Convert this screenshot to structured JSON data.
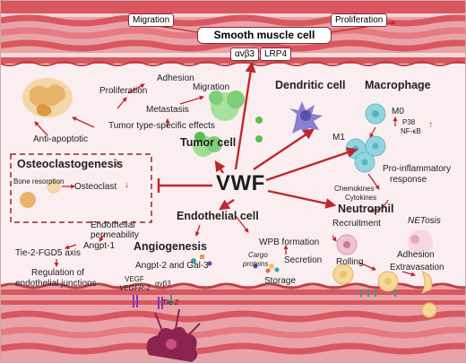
{
  "smooth_muscle": {
    "title": "Smooth muscle cell",
    "migration": "Migration",
    "proliferation": "Proliferation",
    "receptor_1": "αvβ3",
    "receptor_2": "LRP4"
  },
  "center": {
    "label": "VWF"
  },
  "tumor": {
    "title": "Tumor cell",
    "adhesion": "Adhesion",
    "proliferation": "Proliferation",
    "migration": "Migration",
    "metastasis": "Metastasis",
    "specific_effects": "Tumor type-specific effects",
    "anti_apoptotic": "Anti-apoptotic"
  },
  "osteo": {
    "title": "Osteoclastogenesis",
    "osteoclast": "Osteoclast",
    "bone_resorption": "Bone resorption",
    "down_arrow": "↓"
  },
  "dendritic": {
    "title": "Dendritic cell"
  },
  "macrophage": {
    "title": "Macrophage",
    "m0": "M0",
    "m1": "M1",
    "p38": "P38",
    "nfkb": "NF-κB",
    "up_arrow": "↑",
    "pro_inflammatory": "Pro-inflammatory",
    "response": "response",
    "chemokines": "Chemokines",
    "cytokines": "Cytokines"
  },
  "endothelial": {
    "title": "Endothelial cell",
    "permeability_1": "Endothelial",
    "permeability_2": "permeability",
    "angpt1": "Angpt-1",
    "tie2_axis": "Tie-2-FGD5 axis",
    "regulation_1": "Regulation of",
    "regulation_2": "endothelial junctions",
    "angiogenesis": "Angiogenesis",
    "angpt2_gal3": "Angpt-2 and Gal-3",
    "vegf": "VEGF",
    "vegfr2": "VEGFR-2",
    "avb3": "αvβ3",
    "tie2": "Tie-2",
    "wpb": "WPB formation",
    "cargo_1": "Cargo",
    "cargo_2": "proteins",
    "secretion": "Secretion",
    "storage": "Storage"
  },
  "neutrophil": {
    "title": "Neutrophil",
    "recruitment": "Recruitment",
    "netosis": "NETosis",
    "rolling": "Rolling",
    "adhesion": "Adhesion",
    "extravasation": "Extravasation"
  },
  "colors": {
    "vessel": "#d9575f",
    "vessel_dark": "#a3323a",
    "arrow": "#c0262d",
    "frame": "#8b2a33",
    "macrophage": "#8fd6e0",
    "dendritic": "#8a7fd1",
    "tumor": "#7fcf7a",
    "bone": "#e8b46a",
    "neutrophil": "#f2c2d0"
  }
}
